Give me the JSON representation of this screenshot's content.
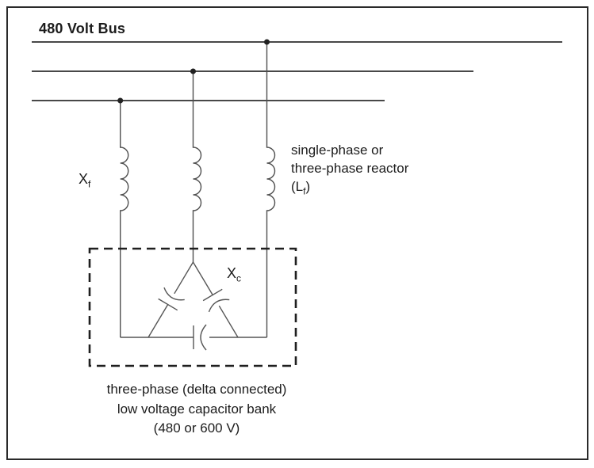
{
  "title": "480 Volt Bus",
  "labels": {
    "xf": {
      "base": "X",
      "sub": "f"
    },
    "xc": {
      "base": "X",
      "sub": "c"
    },
    "reactor": {
      "line1": "single-phase or",
      "line2": "three-phase reactor",
      "line3_pre": "(L",
      "line3_sub": "f",
      "line3_post": ")"
    },
    "caption": {
      "line1": "three-phase (delta connected)",
      "line2": "low voltage capacitor bank",
      "line3": "(480 or 600 V)"
    }
  },
  "colors": {
    "ink": "#1c1c1c",
    "bus_line": "#2e2e2e",
    "wire": "#4f4f4f",
    "background": "#ffffff"
  },
  "diagram": {
    "bus_voltage": "480",
    "phase_count": 3,
    "components": [
      "filter-reactor",
      "delta-connected-capacitor-bank"
    ]
  }
}
